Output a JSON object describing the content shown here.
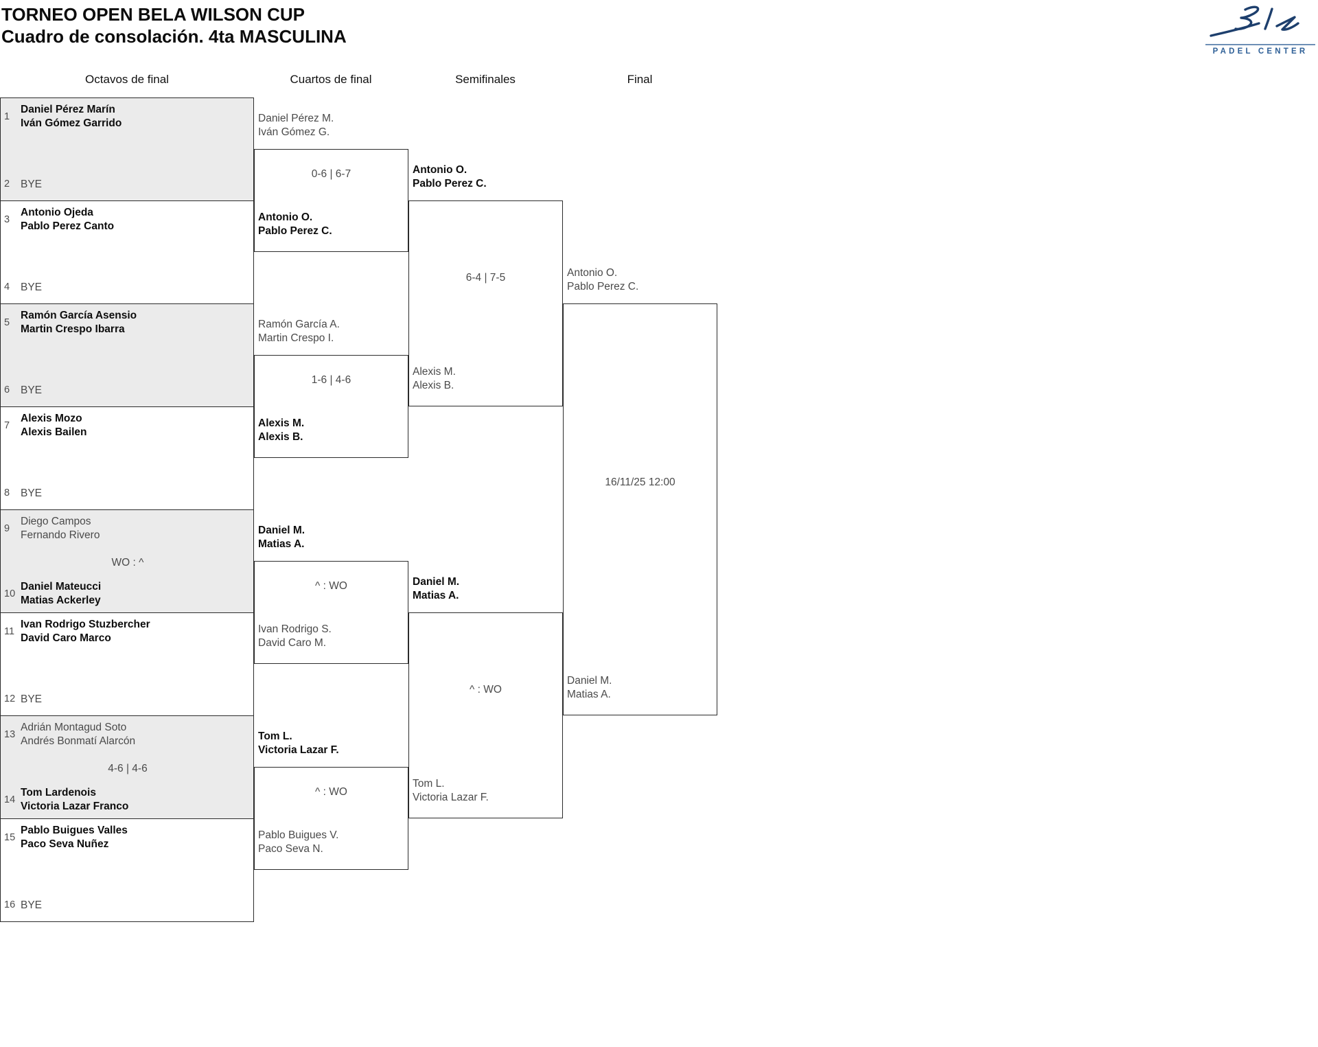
{
  "title": "TORNEO OPEN BELA WILSON CUP",
  "subtitle": "Cuadro de consolación. 4ta MASCULINA",
  "logo": {
    "brand": "Bela",
    "tagline": "PADEL CENTER",
    "navy": "#1d3f6d",
    "tagline_color": "#2f6097"
  },
  "round_headers": [
    "Octavos de final",
    "Cuartos de final",
    "Semifinales",
    "Final"
  ],
  "pairs": [
    {
      "top": {
        "seed": "1",
        "names": [
          "Daniel Pérez Marín",
          "Iván Gómez Garrido"
        ]
      },
      "bottom": {
        "seed": "2",
        "names": [
          "BYE"
        ]
      },
      "score": ""
    },
    {
      "top": {
        "seed": "3",
        "names": [
          "Antonio Ojeda",
          "Pablo Perez Canto"
        ]
      },
      "bottom": {
        "seed": "4",
        "names": [
          "BYE"
        ]
      },
      "score": ""
    },
    {
      "top": {
        "seed": "5",
        "names": [
          "Ramón García Asensio",
          "Martin Crespo Ibarra"
        ]
      },
      "bottom": {
        "seed": "6",
        "names": [
          "BYE"
        ]
      },
      "score": ""
    },
    {
      "top": {
        "seed": "7",
        "names": [
          "Alexis Mozo",
          "Alexis Bailen"
        ]
      },
      "bottom": {
        "seed": "8",
        "names": [
          "BYE"
        ]
      },
      "score": ""
    },
    {
      "top": {
        "seed": "9",
        "names": [
          "Diego Campos",
          "Fernando Rivero"
        ]
      },
      "bottom": {
        "seed": "10",
        "names": [
          "Daniel Mateucci",
          "Matias Ackerley"
        ]
      },
      "score": "WO : ^"
    },
    {
      "top": {
        "seed": "11",
        "names": [
          "Ivan Rodrigo Stuzbercher",
          "David Caro Marco"
        ]
      },
      "bottom": {
        "seed": "12",
        "names": [
          "BYE"
        ]
      },
      "score": ""
    },
    {
      "top": {
        "seed": "13",
        "names": [
          "Adrián Montagud Soto",
          "Andrés Bonmatí Alarcón"
        ]
      },
      "bottom": {
        "seed": "14",
        "names": [
          "Tom Lardenois",
          "Victoria Lazar Franco"
        ]
      },
      "score": "4-6 | 4-6"
    },
    {
      "top": {
        "seed": "15",
        "names": [
          "Pablo Buigues Valles",
          "Paco Seva Nuñez"
        ]
      },
      "bottom": {
        "seed": "16",
        "names": [
          "BYE"
        ]
      },
      "score": ""
    }
  ],
  "quarters": [
    {
      "top": {
        "names": [
          "Daniel Pérez M.",
          "Iván Gómez G."
        ]
      },
      "bottom": {
        "names": [
          "Antonio O.",
          "Pablo Perez C."
        ]
      },
      "score": "0-6 | 6-7"
    },
    {
      "top": {
        "names": [
          "Ramón García A.",
          "Martin Crespo I."
        ]
      },
      "bottom": {
        "names": [
          "Alexis M.",
          "Alexis B."
        ]
      },
      "score": "1-6 | 4-6"
    },
    {
      "top": {
        "names": [
          "Daniel M.",
          "Matias A."
        ]
      },
      "bottom": {
        "names": [
          "Ivan Rodrigo S.",
          "David Caro M."
        ]
      },
      "score": "^ : WO"
    },
    {
      "top": {
        "names": [
          "Tom L.",
          "Victoria Lazar F."
        ]
      },
      "bottom": {
        "names": [
          "Pablo Buigues V.",
          "Paco Seva N."
        ]
      },
      "score": "^ : WO"
    }
  ],
  "semis": [
    {
      "top": {
        "names": [
          "Antonio O.",
          "Pablo Perez C."
        ]
      },
      "bottom": {
        "names": [
          "Alexis M.",
          "Alexis B."
        ]
      },
      "score": "6-4 | 7-5"
    },
    {
      "top": {
        "names": [
          "Daniel M.",
          "Matias A."
        ]
      },
      "bottom": {
        "names": [
          "Tom L.",
          "Victoria Lazar F."
        ]
      },
      "score": "^ : WO"
    }
  ],
  "final": {
    "top": {
      "names": [
        "Antonio O.",
        "Pablo Perez C."
      ]
    },
    "bottom": {
      "names": [
        "Daniel M.",
        "Matias A."
      ]
    },
    "score": "16/11/25 12:00"
  }
}
